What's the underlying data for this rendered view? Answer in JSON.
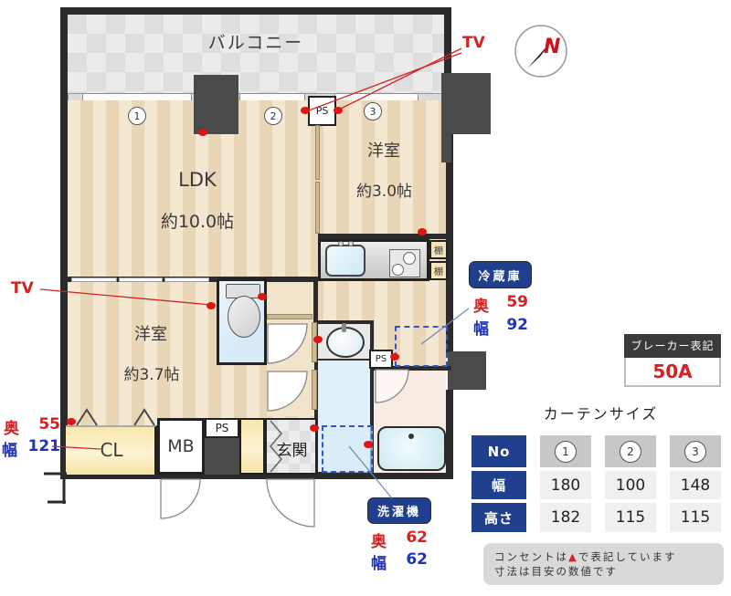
{
  "plan": {
    "balcony_label": "バルコニー",
    "ldk_name": "LDK",
    "ldk_size": "約10.0帖",
    "west3_name": "洋室",
    "west3_size": "約3.0帖",
    "west37_name": "洋室",
    "west37_size": "約3.7帖",
    "entrance_label": "玄関",
    "cl_label": "CL",
    "mb_label": "MB",
    "ps_label": "PS",
    "shelf_label": "棚",
    "tv_label": "TV",
    "compass_n": "N",
    "circles": [
      "1",
      "2",
      "3"
    ]
  },
  "tags": {
    "fridge": {
      "title": "冷蔵庫",
      "depth_label": "奥",
      "depth_value": "59",
      "width_label": "幅",
      "width_value": "92"
    },
    "washer": {
      "title": "洗濯機",
      "depth_label": "奥",
      "depth_value": "62",
      "width_label": "幅",
      "width_value": "62"
    },
    "closet": {
      "depth_label": "奥",
      "depth_value": "55",
      "width_label": "幅",
      "width_value": "121"
    }
  },
  "breaker": {
    "title": "ブレーカー表記",
    "value": "50A"
  },
  "curtain": {
    "title": "カーテンサイズ",
    "row_no_label": "No",
    "row_width_label": "幅",
    "row_height_label": "高さ",
    "columns": [
      "1",
      "2",
      "3"
    ],
    "widths": [
      "180",
      "100",
      "148"
    ],
    "heights": [
      "182",
      "115",
      "115"
    ]
  },
  "notes": {
    "line1_pre": "コンセントは",
    "marker": "▲",
    "line1_post": "で表記しています",
    "line2": "寸法は目安の数値です"
  },
  "colors": {
    "accent_navy": "#20408e",
    "outlet_red": "#e01414",
    "dim_red": "#d42222",
    "dim_blue": "#2233bb"
  }
}
